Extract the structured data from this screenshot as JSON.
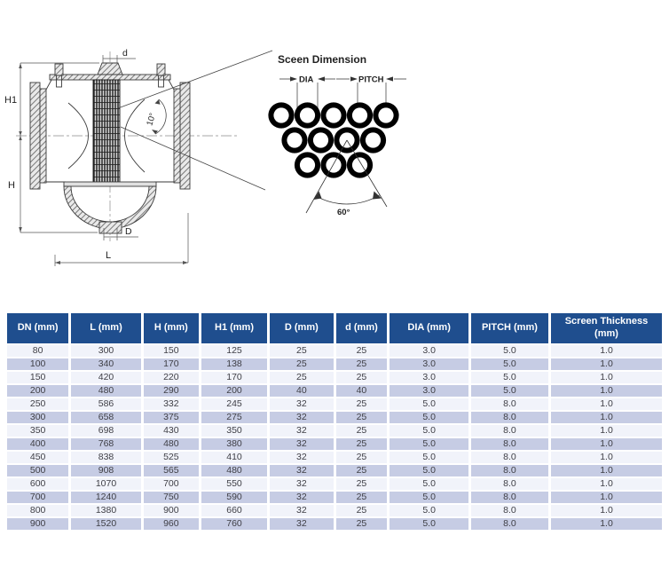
{
  "diagram": {
    "valve": {
      "label_d": "d",
      "label_h1": "H1",
      "label_h": "H",
      "label_big_d": "D",
      "label_l": "L",
      "label_angle": "10°"
    },
    "detail": {
      "title": "Sceen Dimension",
      "label_dia": "DIA",
      "label_pitch": "PITCH",
      "label_angle": "60°"
    }
  },
  "table": {
    "columns": [
      "DN (mm)",
      "L (mm)",
      "H (mm)",
      "H1 (mm)",
      "D (mm)",
      "d (mm)",
      "DIA (mm)",
      "PITCH (mm)",
      "Screen Thickness (mm)"
    ],
    "rows": [
      [
        "80",
        "300",
        "150",
        "125",
        "25",
        "25",
        "3.0",
        "5.0",
        "1.0"
      ],
      [
        "100",
        "340",
        "170",
        "138",
        "25",
        "25",
        "3.0",
        "5.0",
        "1.0"
      ],
      [
        "150",
        "420",
        "220",
        "170",
        "25",
        "25",
        "3.0",
        "5.0",
        "1.0"
      ],
      [
        "200",
        "480",
        "290",
        "200",
        "40",
        "40",
        "3.0",
        "5.0",
        "1.0"
      ],
      [
        "250",
        "586",
        "332",
        "245",
        "32",
        "25",
        "5.0",
        "8.0",
        "1.0"
      ],
      [
        "300",
        "658",
        "375",
        "275",
        "32",
        "25",
        "5.0",
        "8.0",
        "1.0"
      ],
      [
        "350",
        "698",
        "430",
        "350",
        "32",
        "25",
        "5.0",
        "8.0",
        "1.0"
      ],
      [
        "400",
        "768",
        "480",
        "380",
        "32",
        "25",
        "5.0",
        "8.0",
        "1.0"
      ],
      [
        "450",
        "838",
        "525",
        "410",
        "32",
        "25",
        "5.0",
        "8.0",
        "1.0"
      ],
      [
        "500",
        "908",
        "565",
        "480",
        "32",
        "25",
        "5.0",
        "8.0",
        "1.0"
      ],
      [
        "600",
        "1070",
        "700",
        "550",
        "32",
        "25",
        "5.0",
        "8.0",
        "1.0"
      ],
      [
        "700",
        "1240",
        "750",
        "590",
        "32",
        "25",
        "5.0",
        "8.0",
        "1.0"
      ],
      [
        "800",
        "1380",
        "900",
        "660",
        "32",
        "25",
        "5.0",
        "8.0",
        "1.0"
      ],
      [
        "900",
        "1520",
        "960",
        "760",
        "32",
        "25",
        "5.0",
        "8.0",
        "1.0"
      ]
    ]
  },
  "colors": {
    "header_bg": "#1f4e8e",
    "row_light": "#f1f3fa",
    "row_dark": "#c6cce4",
    "text_dark": "#3f3f46"
  }
}
